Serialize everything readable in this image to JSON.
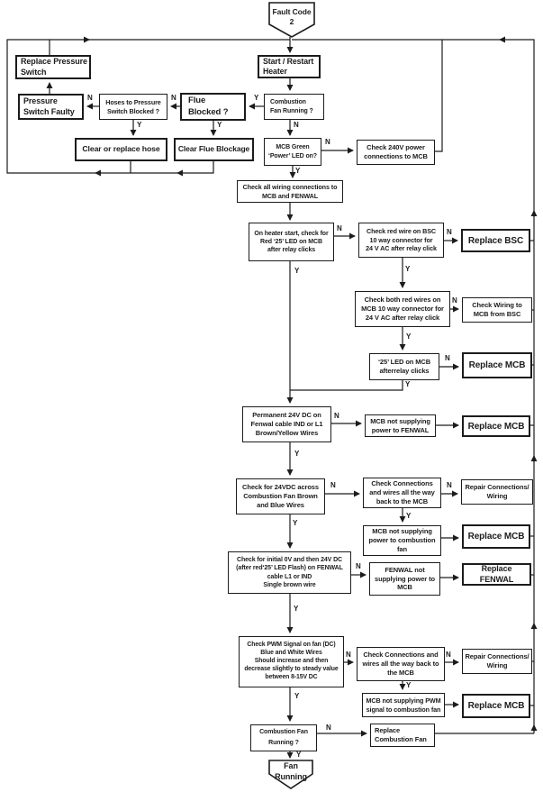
{
  "title": "Fault Code 2 fault-finding flowchart",
  "colors": {
    "ink": "#1c1c1c",
    "background": "#ffffff"
  },
  "labels": {
    "yes": "Y",
    "no": "N"
  },
  "nodes": {
    "fault_code": "Fault Code\n2",
    "start_restart_heater": "Start / Restart\nHeater",
    "replace_pressure_switch": "Replace Pressure\nSwitch",
    "pressure_switch_faulty": "Pressure\nSwitch Faulty",
    "hoses_blocked": "Hoses to Pressure\nSwitch Blocked ?",
    "flue_blocked": "Flue\nBlocked ?",
    "combustion_fan_running_top": "Combustion\nFan Running ?",
    "clear_or_replace_hose": "Clear or replace hose",
    "clear_flue_blockage": "Clear Flue Blockage",
    "mcb_green_power": "MCB Green\n‘Power’ LED on?",
    "check_240v": "Check 240V power\nconnections to MCB",
    "check_all_wiring": "Check all wiring connections to\nMCB and FENWAL",
    "on_heater_start": "On heater start, check for\nRed ‘25’ LED on MCB\nafter relay clicks",
    "check_red_wire_bsc": "Check red wire on BSC\n10 way connector for\n24 V AC after relay click",
    "replace_bsc": "Replace BSC",
    "check_both_red_wires": "Check both red wires on\nMCB 10 way connector for\n24 V AC after relay click",
    "check_wiring_mcb_bsc": "Check Wiring to\nMCB from BSC",
    "led_25_mcb": "‘25’ LED on MCB\nafterrelay clicks",
    "replace_mcb_1": "Replace MCB",
    "permanent_24v": "Permanent 24V DC on\nFenwal cable IND or L1\nBrown/Yellow Wires",
    "mcb_not_supplying_fenwal": "MCB not supplying\npower to FENWAL",
    "replace_mcb_2": "Replace MCB",
    "check_24vdc_fan": "Check for 24VDC across\nCombustion Fan Brown\nand Blue Wires",
    "check_connections_1": "Check Connections\nand wires all the way\nback to the MCB",
    "repair_connections_1": "Repair Connections/\nWiring",
    "mcb_not_supplying_fan": "MCB not supplying\npower to combustion\nfan",
    "replace_mcb_3": "Replace MCB",
    "check_initial_0v": "Check for initial 0V and then 24V DC\n(after red‘25’ LED Flash) on FENWAL\ncable L1 or IND\nSingle brown wire",
    "fenwal_not_supplying": "FENWAL not\nsupplying power to\nMCB",
    "replace_fenwal": "Replace FENWAL",
    "check_pwm": "Check PWM Signal on fan (DC)\nBlue and White Wires\nShould increase and then\ndecrease slightly to steady value\nbetween 8-15V DC",
    "check_connections_2": "Check Connections and\nwires all the way back to\nthe MCB",
    "repair_connections_2": "Repair Connections/\nWiring",
    "mcb_not_pwm": "MCB not supplying PWM\nsignal to combustion fan",
    "replace_mcb_4": "Replace MCB",
    "combustion_fan_running_bottom": "Combustion Fan\nRunning ?",
    "replace_combustion_fan": "Replace\nCombustion Fan",
    "fan_running": "Fan\nRunning"
  }
}
